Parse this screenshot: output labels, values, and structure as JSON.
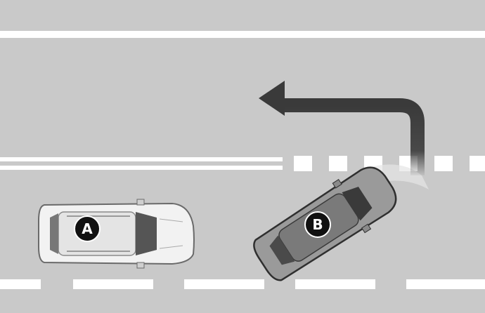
{
  "diagram": {
    "description_visible": false,
    "vehicles": [
      {
        "id": "vehicle-a",
        "label": "A",
        "color": "#f2f2f2",
        "outline": "#6a6a6a"
      },
      {
        "id": "vehicle-b",
        "label": "B",
        "color": "#9a9a9a",
        "outline": "#2f2f2f"
      }
    ],
    "maneuver": {
      "from": "B",
      "direction": "left-turn",
      "arrow_color": "#3a3a3a"
    },
    "road": {
      "surface_color": "#c9c9c9",
      "marking_color": "#ffffff"
    }
  }
}
